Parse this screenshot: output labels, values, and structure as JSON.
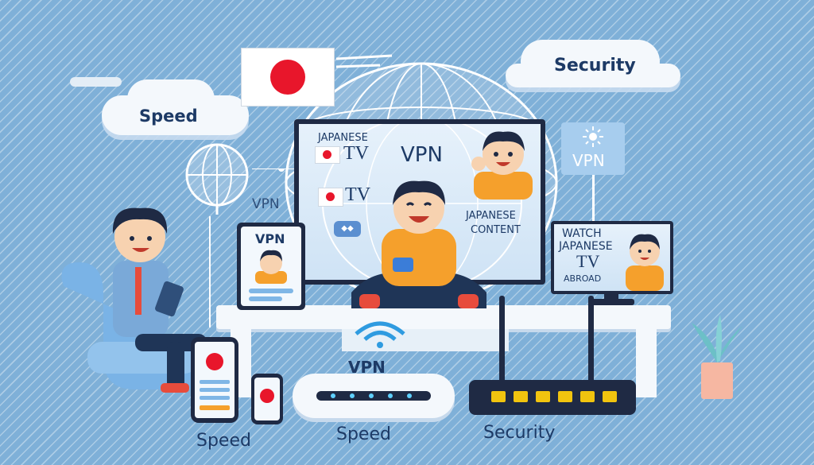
{
  "clouds": {
    "speed_left": "Speed",
    "security_top": "Security"
  },
  "main_tv": {
    "tag_japanese": "JAPANESE",
    "tag_tv_1": "TV",
    "tag_tv_2": "TV",
    "vpn": "VPN",
    "content_line1": "JAPANESE",
    "content_line2": "CONTENT"
  },
  "side_tv": {
    "line1": "WATCH",
    "line2": "JAPANESE",
    "line3": "TV",
    "line4": "ABROAD"
  },
  "floating": {
    "vpn_left": "VPN",
    "vpn_sign": "VPN",
    "tablet_vpn": "VPN"
  },
  "router": {
    "label": "VPN"
  },
  "bottom_labels": {
    "speed_1": "Speed",
    "speed_2": "Speed",
    "security": "Security"
  },
  "colors": {
    "background": "#7fb0d8",
    "accent_red": "#e8162b",
    "navy": "#1d3a66",
    "orange_shirt": "#f5a02c"
  }
}
